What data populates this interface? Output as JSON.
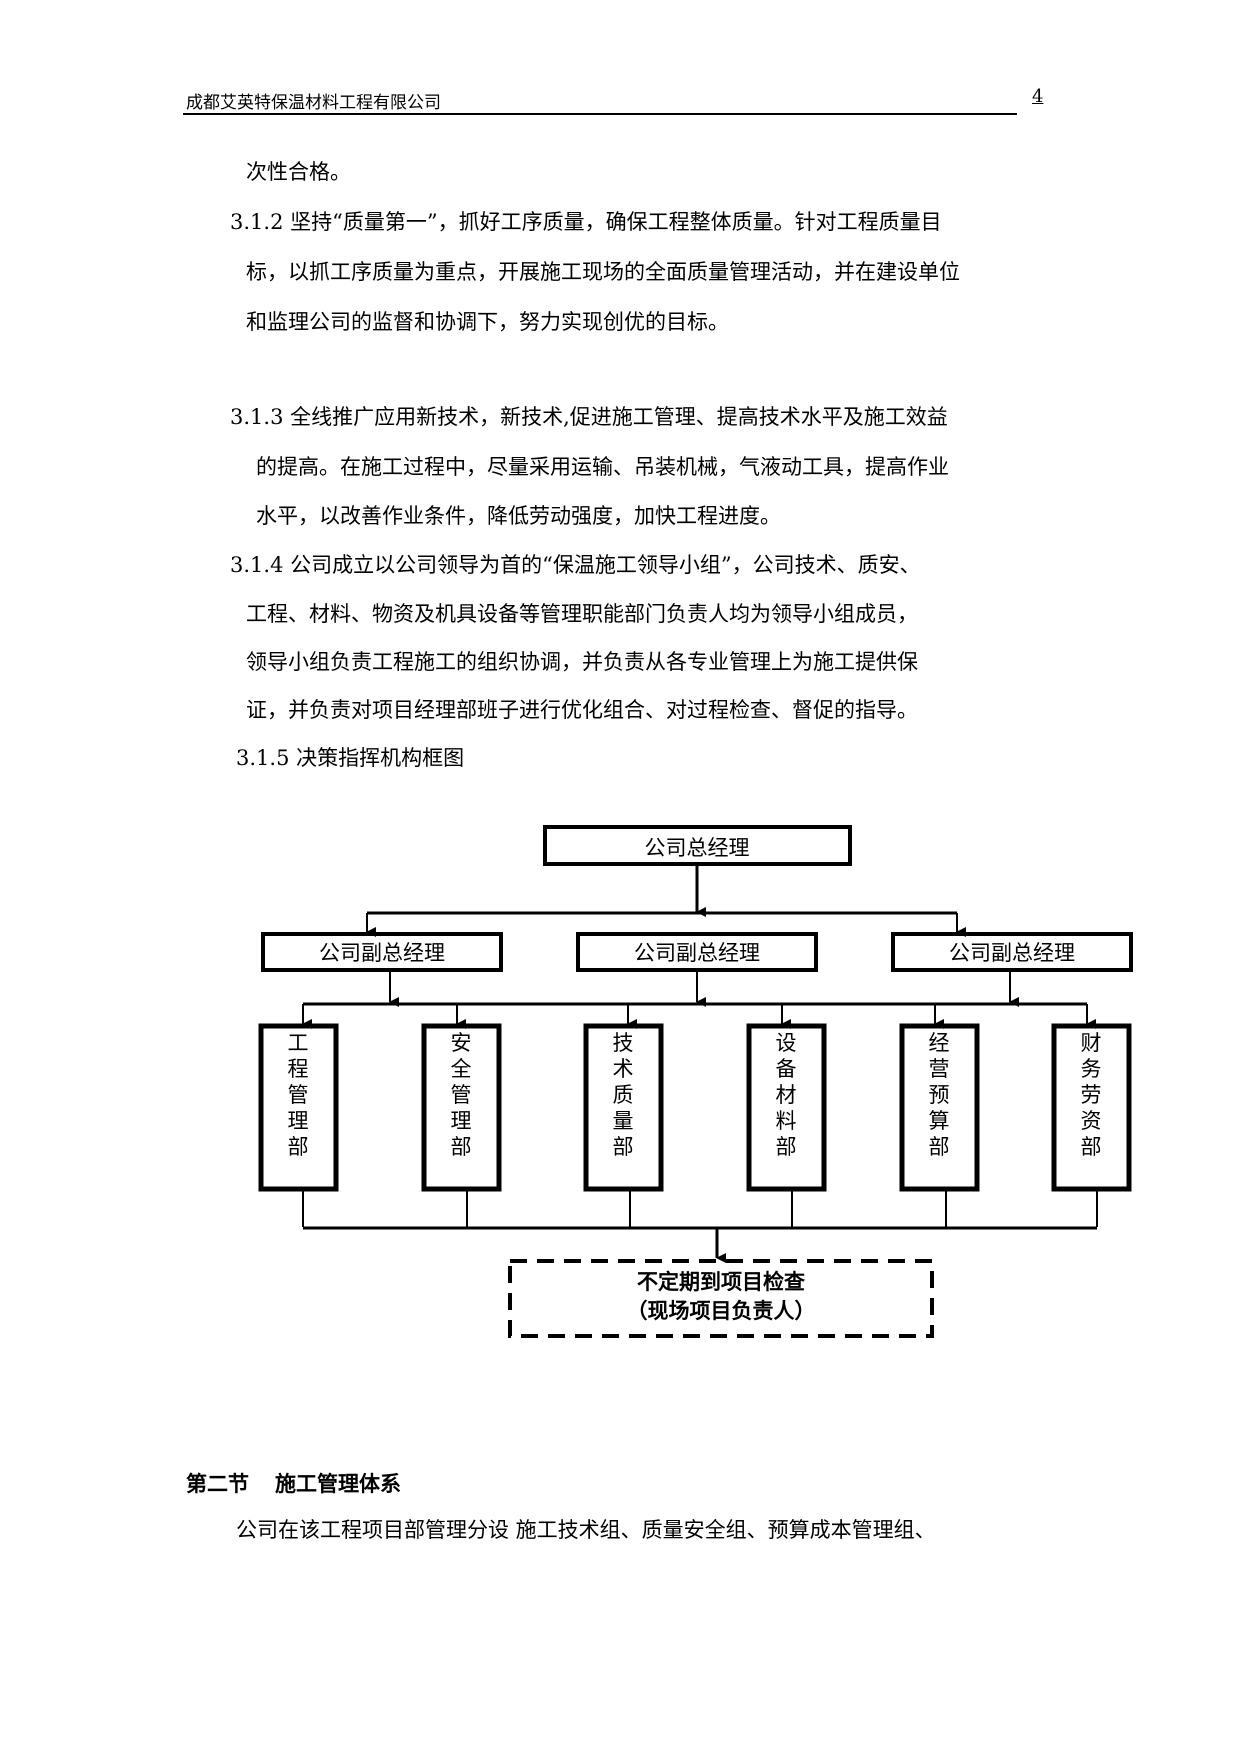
{
  "header": {
    "company": "成都艾英特保温材料工程有限公司",
    "page_number": "4"
  },
  "body": {
    "lines": [
      "次性合格。",
      "3.1.2  坚持“质量第一”，抓好工序质量，确保工程整体质量。针对工程质量目",
      "标，以抓工序质量为重点，开展施工现场的全面质量管理活动，并在建设单位",
      "和监理公司的监督和协调下，努力实现创优的目标。",
      "3.1.3 全线推广应用新技术，新技术,促进施工管理、提高技术水平及施工效益",
      "的提高。在施工过程中，尽量采用运输、吊装机械，气液动工具，提高作业",
      "水平，以改善作业条件，降低劳动强度，加快工程进度。",
      "3.1.4 公司成立以公司领导为首的“保温施工领导小组”，公司技术、质安、",
      "工程、材料、物资及机具设备等管理职能部门负责人均为领导小组成员，",
      "领导小组负责工程施工的组织协调，并负责从各专业管理上为施工提供保",
      "证，并负责对项目经理部班子进行优化组合、对过程检查、督促的指导。",
      "3.1.5   决策指挥机构框图"
    ]
  },
  "org_chart": {
    "top": "公司总经理",
    "deputies": [
      "公司副总经理",
      "公司副总经理",
      "公司副总经理"
    ],
    "departments": [
      "工程管理部",
      "安全管理部",
      "技术质量部",
      "设备材料部",
      "经营预算部",
      "财务劳资部"
    ],
    "inspection": {
      "line1": "不定期到项目检查",
      "line2": "（现场项目负责人）"
    }
  },
  "section": {
    "number": "第二节",
    "title": "施工管理体系",
    "paragraph": "公司在该工程项目部管理分设 施工技术组、质量安全组、预算成本管理组、"
  }
}
